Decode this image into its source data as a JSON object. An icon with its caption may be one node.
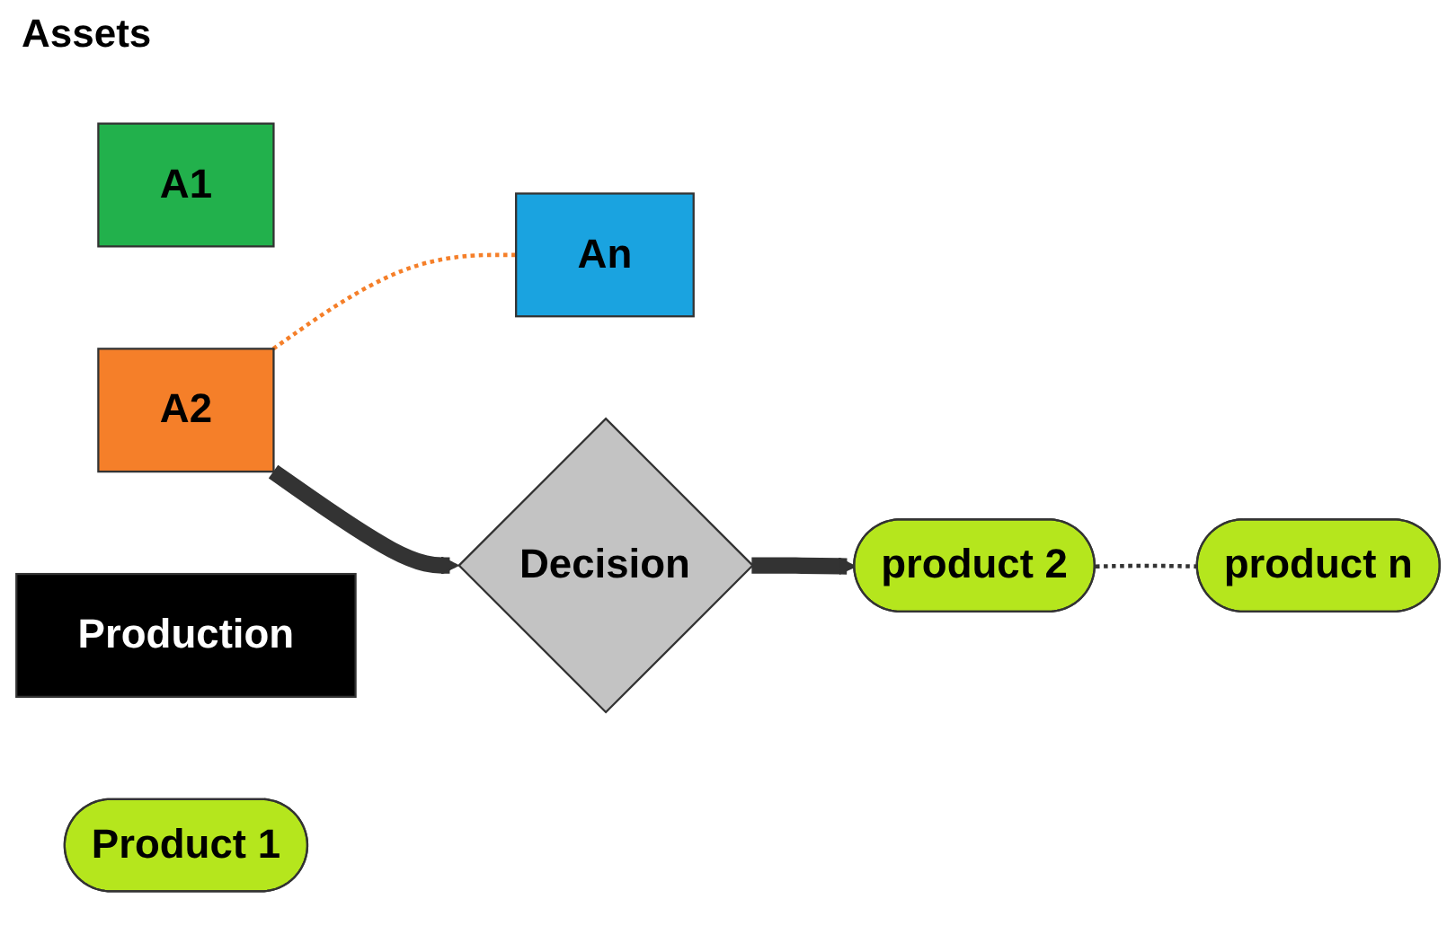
{
  "diagram": {
    "nodes": [
      {
        "text": [
          "A1"
        ]
      },
      {
        "text": [
          "A2"
        ]
      },
      {
        "text": [
          "An"
        ]
      },
      {
        "text": [
          "Decision"
        ]
      },
      {
        "text": [
          "Production"
        ]
      },
      {
        "text": [
          "Product 1"
        ]
      },
      {
        "text": [
          "product 2"
        ]
      },
      {
        "text": [
          "product n"
        ]
      }
    ],
    "edges": [
      {
        "from": 1,
        "to": 2,
        "arrow": "none",
        "style": "dashed",
        "color": "#f57f29"
      },
      {
        "from": 1,
        "to": 3,
        "arrow": "to",
        "style": "thick"
      },
      {
        "from": 3,
        "to": 6,
        "arrow": "to",
        "style": "thick"
      },
      {
        "from": 6,
        "to": 7,
        "arrow": "none",
        "style": "dashed"
      }
    ],
    "labels": [
      "Assets"
    ]
  }
}
